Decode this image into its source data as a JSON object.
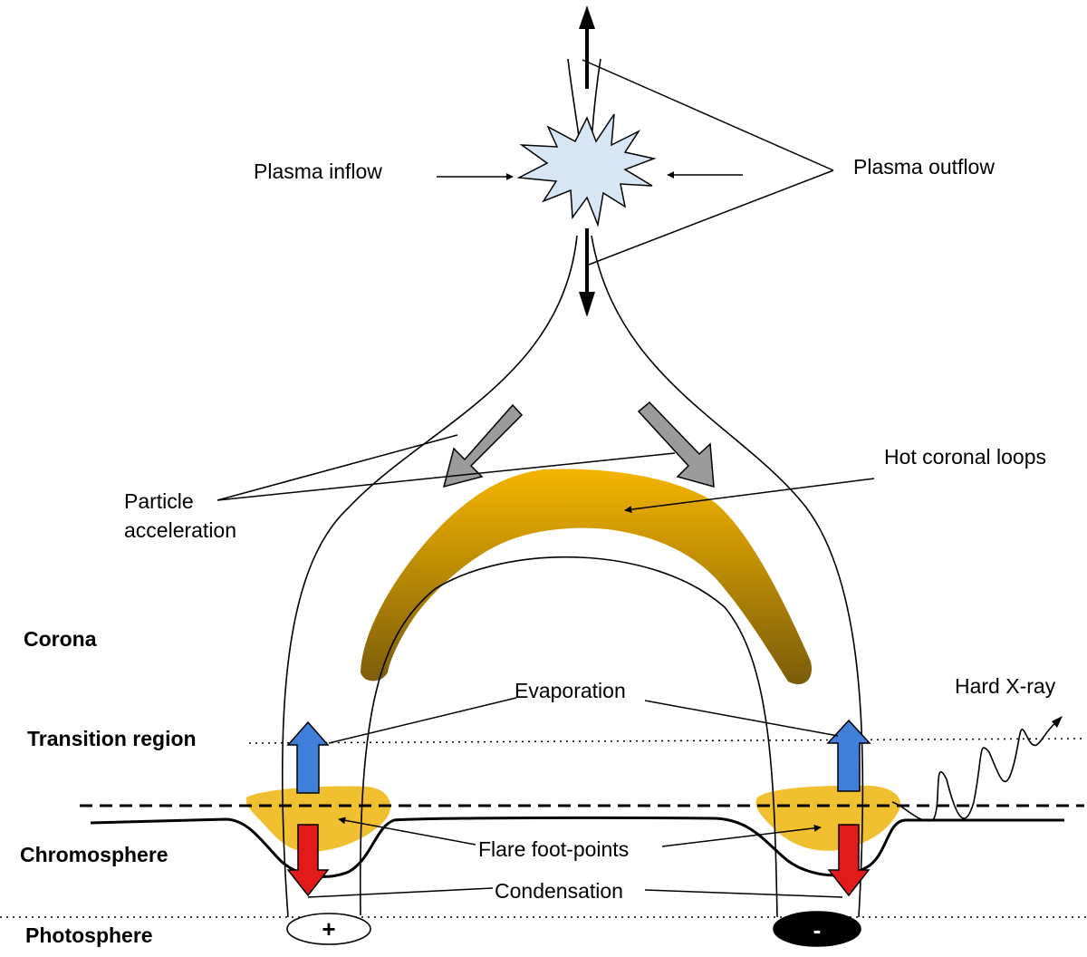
{
  "labels": {
    "plasma_inflow": "Plasma inflow",
    "plasma_outflow": "Plasma outflow",
    "particle_acceleration_line1": "Particle",
    "particle_acceleration_line2": "acceleration",
    "hot_coronal_loops": "Hot coronal loops",
    "evaporation": "Evaporation",
    "hard_xray": "Hard X-ray",
    "flare_footpoints": "Flare foot-points",
    "condensation": "Condensation"
  },
  "layers": {
    "corona": "Corona",
    "transition_region": "Transition region",
    "chromosphere": "Chromosphere",
    "photosphere": "Photosphere"
  },
  "polarity": {
    "positive": "+",
    "negative": "-"
  },
  "colors": {
    "reconnection_fill": "#d6e6f4",
    "loop_top": "#f5b400",
    "loop_bottom": "#7a5c0a",
    "footpoint_fill": "#f0c030",
    "evaporation_arrow": "#3f7fd9",
    "condensation_arrow": "#e31a1a",
    "acceleration_arrow": "#9b9b9b"
  }
}
